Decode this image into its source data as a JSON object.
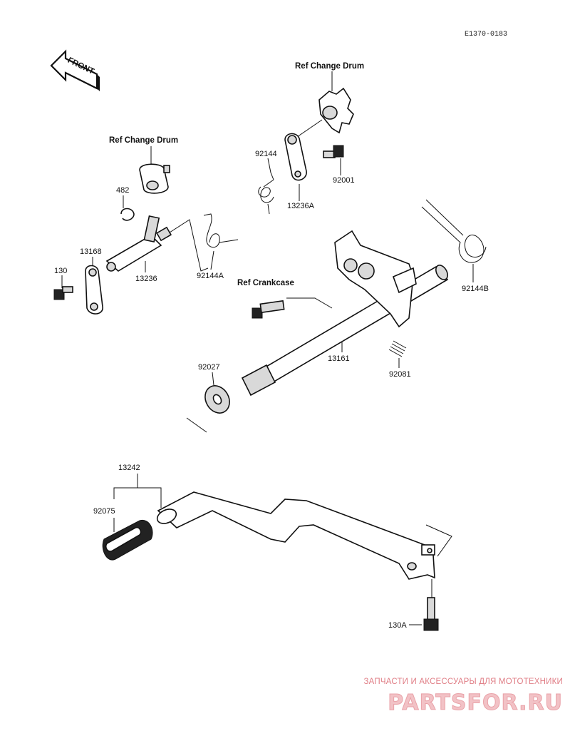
{
  "diagram_code": "E1370-0183",
  "front_arrow": "FRONT",
  "refs": {
    "change_drum_top": "Ref Change Drum",
    "change_drum_left": "Ref Change Drum",
    "crankcase": "Ref Crankcase"
  },
  "parts": {
    "p92144": "92144",
    "p92001": "92001",
    "p13236A": "13236A",
    "p482": "482",
    "p13168": "13168",
    "p130": "130",
    "p13236": "13236",
    "p92144A": "92144A",
    "p92144B": "92144B",
    "p13161": "13161",
    "p92081": "92081",
    "p92027": "92027",
    "p13242": "13242",
    "p92075": "92075",
    "p130A": "130A"
  },
  "watermark": {
    "small": "ЗАПЧАСТИ И АКСЕССУАРЫ ДЛЯ МОТОТЕХНИКИ",
    "big": "PARTSFOR.RU"
  }
}
